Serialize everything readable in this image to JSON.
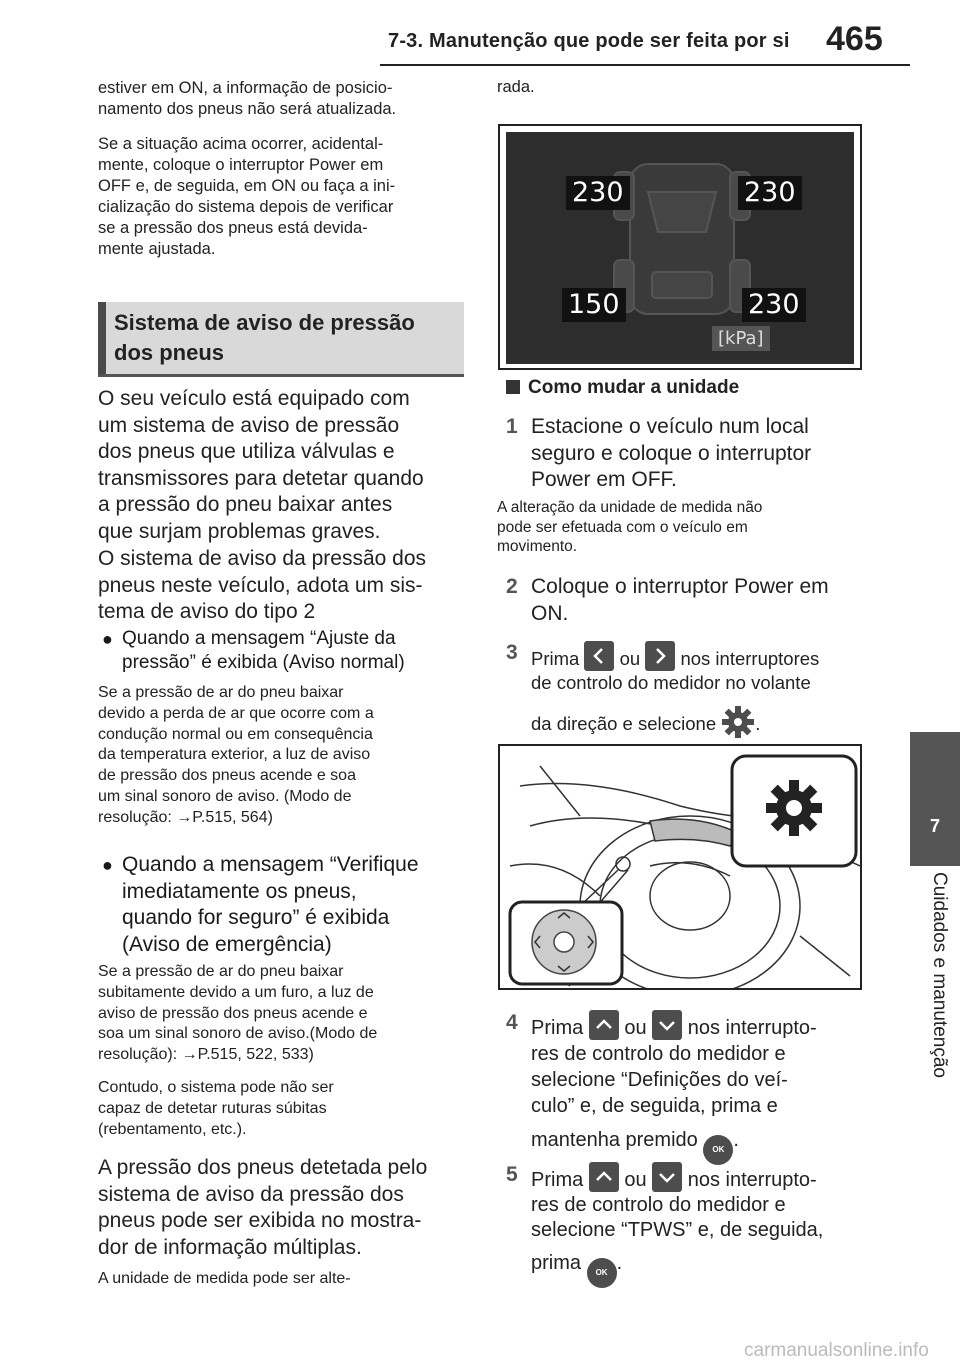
{
  "header": {
    "title": "7-3. Manutenção que pode ser feita por si",
    "page_number": "465"
  },
  "side_tab": {
    "chapter_number": "7",
    "chapter_label": "Cuidados e manutenção"
  },
  "left": {
    "p1": "estiver em ON, a informação de posicio-\nnamento dos pneus não será atualizada.",
    "p2": "Se a situação acima ocorrer, acidental-\nmente, coloque o interruptor Power em\nOFF e, de seguida, em ON ou faça a ini-\ncialização do sistema depois de verificar\nse a pressão dos pneus está devida-\nmente ajustada.",
    "section_title": "Sistema de aviso de pressão dos pneus",
    "intro1": "O seu veículo está equipado com\num sistema de aviso de pressão\ndos pneus que utiliza válvulas e\ntransmissores para detetar quando\na pressão do pneu baixar antes\nque surjam problemas graves.",
    "intro2": "O sistema de aviso da pressão dos\npneus neste veículo, adota um sis-\ntema de aviso do tipo 2",
    "bullet1": "Quando a mensagem “Ajuste da\npressão” é exibida (Aviso normal)",
    "bullet1_note": "Se a pressão de ar do pneu baixar\ndevido a perda de ar que ocorre com a\ncondução normal ou em consequência\nda temperatura exterior, a luz de aviso\nde pressão dos pneus acende e soa\num sinal sonoro de aviso. (Modo de\nresolução: →P.515, 564)",
    "bullet2": "Quando a mensagem “Verifique\nimediatamente os pneus,\nquando for seguro” é exibida\n(Aviso de emergência)",
    "bullet2_note": "Se a pressão de ar do pneu baixar\nsubitamente devido a um furo, a luz de\naviso de pressão dos pneus acende e\nsoa um sinal sonoro de aviso.(Modo de\nresolução): →P.515, 522, 533)",
    "bullet2_note2": "Contudo, o sistema pode não ser\ncapaz de detetar ruturas súbitas\n(rebentamento, etc.).",
    "closing": "A pressão dos pneus detetada pelo\nsistema de aviso da pressão dos\npneus pode ser exibida no mostra-\ndor de informação múltiplas.",
    "closing_note": "A unidade de medida pode ser alte-"
  },
  "right": {
    "cont": "rada.",
    "tpms": {
      "fl": "230",
      "fr": "230",
      "rl": "150",
      "rr": "230",
      "unit": "[kPa]"
    },
    "subheading": "Como mudar a unidade",
    "step1_num": "1",
    "step1": "Estacione o veículo num local\nseguro e coloque o interruptor\nPower em OFF.",
    "step1_note": "A alteração da unidade de medida não\npode ser efetuada com o veículo em\nmovimento.",
    "step2_num": "2",
    "step2": "Coloque o interruptor Power em\nON.",
    "step3_num": "3",
    "step3_a": "Prima",
    "step3_or": "ou",
    "step3_b": "nos interruptores",
    "step3_c": "de controlo do medidor no volante",
    "step3_d": "da direção e selecione",
    "step4_num": "4",
    "step4_a": "Prima",
    "step4_or": "ou",
    "step4_b": "nos interrupto-",
    "step4_c": "res de controlo do medidor e\nselecione “Definições do veí-\nculo” e, de seguida, prima e",
    "step4_d": "mantenha premido",
    "step5_num": "5",
    "step5_a": "Prima",
    "step5_or": "ou",
    "step5_b": "nos interrupto-",
    "step5_c": "res de controlo do medidor e\nselecione “TPWS” e, de seguida,",
    "step5_d": "prima",
    "ok": "OK",
    "period": "."
  },
  "footer": "carmanualsonline.info"
}
